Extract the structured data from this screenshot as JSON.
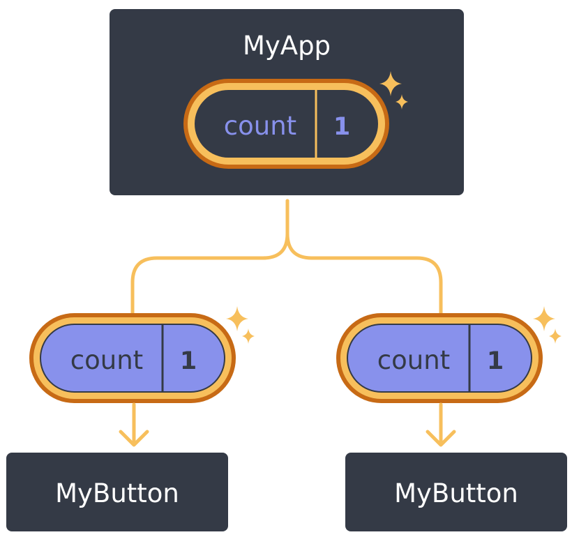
{
  "parent": {
    "label": "MyApp",
    "state": {
      "key": "count",
      "value": "1"
    }
  },
  "children": [
    {
      "label": "MyButton",
      "prop": {
        "key": "count",
        "value": "1"
      }
    },
    {
      "label": "MyButton",
      "prop": {
        "key": "count",
        "value": "1"
      }
    }
  ],
  "colors": {
    "box_fill": "#343a46",
    "box_text": "#ffffff",
    "connector": "#f7bf5c",
    "pill_outer": "#c76a15",
    "pill_ring": "#f7bf5c",
    "pill_state_fill": "#343a46",
    "pill_state_text": "#8891ec",
    "pill_prop_fill": "#8891ec",
    "pill_prop_text": "#343a46",
    "sparkle": "#f7bf5c"
  },
  "icons": {
    "sparkle": "sparkle-icon",
    "arrow": "arrow-down-icon"
  }
}
